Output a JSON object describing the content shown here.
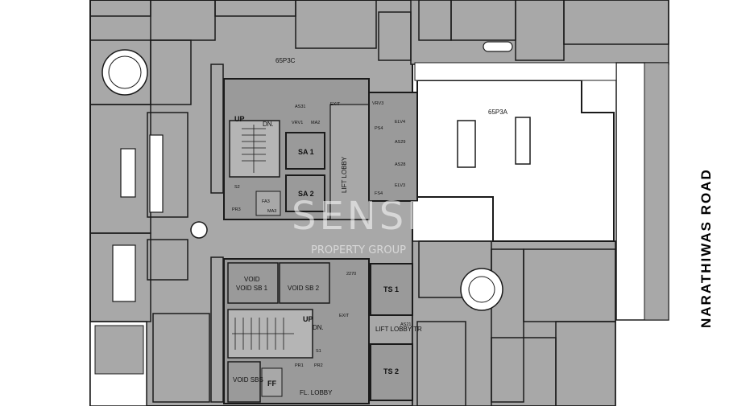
{
  "labels": {
    "unit_c": "65P3C",
    "unit_a": "65P3A",
    "up_top": "UP",
    "dn_top": "DN.",
    "exit_top": "EXIT",
    "as31": "AS31",
    "vrv1": "VRV1",
    "ma2": "MA2",
    "sa1": "SA 1",
    "sa2": "SA 2",
    "fa3": "FA3",
    "pr3": "PR3",
    "s2": "S2",
    "ma3": "MA3",
    "lift_lobby": "LIFT LOBBY",
    "vrv3": "VRV3",
    "ps4": "PS4",
    "elv4": "ELV4",
    "as29": "AS29",
    "as28": "AS28",
    "fs4": "FS4",
    "elv3": "ELV3",
    "void_sb1": "VOID SB 1",
    "void_sb2": "VOID SB 2",
    "dim_2270": "2270",
    "ts1": "TS 1",
    "up_bottom": "UP",
    "dn_bottom": "DN.",
    "exit_bottom": "EXIT",
    "s1": "S1",
    "pr1": "PR1",
    "pr2": "PR2",
    "lift_lobby_tr": "LIFT LOBBY TR",
    "as21": "AS21",
    "ts2": "TS 2",
    "void_sbs": "VOID SBS",
    "ff": "FF",
    "fl_lobby": "FL. LOBBY"
  },
  "road_name": "NARATHIWAS  ROAD",
  "watermark": {
    "brand": "SENSE",
    "tagline": "PROPERTY GROUP"
  },
  "colors": {
    "floor": "#a8a8a8",
    "wall": "#1a1a1a",
    "core": "#9a9a9a",
    "white_room": "#ffffff",
    "background": "#ffffff"
  }
}
